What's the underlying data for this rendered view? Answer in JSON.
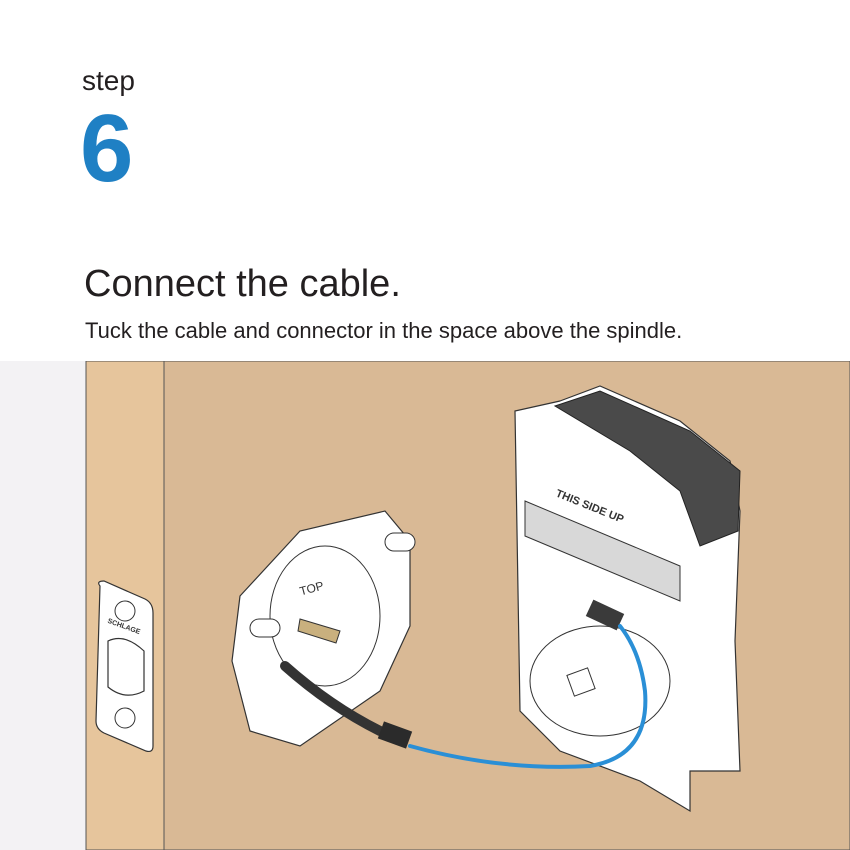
{
  "step": {
    "label": "step",
    "number": "6"
  },
  "title": "Connect the cable.",
  "subtitle": "Tuck the cable and connector in the space above the spindle.",
  "illustration": {
    "mounting_plate_label": "TOP",
    "lock_body_label": "THIS SIDE UP",
    "strike_plate_brand": "SCHLAGE",
    "colors": {
      "accent": "#1f80c4",
      "door_face": "#d9b995",
      "door_edge": "#e6c59c",
      "wall": "#f3f2f4",
      "cable": "#2a8fd6",
      "motor": "#4a4a4a"
    }
  }
}
